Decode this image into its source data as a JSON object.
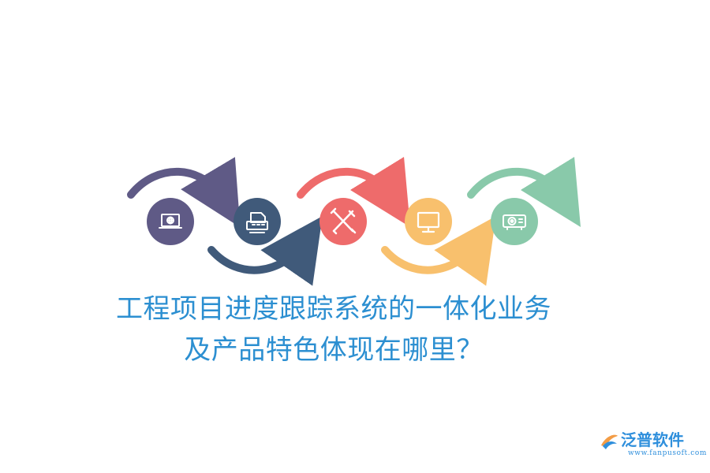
{
  "colors": {
    "step1": "#5f5a86",
    "step2": "#405a7a",
    "step3": "#ee6b6b",
    "step4": "#f8c06d",
    "step5": "#89c9aa",
    "title": "#2c8fd1",
    "brand": "#2f8fdc"
  },
  "steps": [
    {
      "icon": "laptop-globe-icon"
    },
    {
      "icon": "printer-icon"
    },
    {
      "icon": "tools-icon"
    },
    {
      "icon": "monitor-icon"
    },
    {
      "icon": "projector-icon"
    }
  ],
  "title": {
    "line1": "工程项目进度跟踪系统的一体化业务",
    "line2": "及产品特色体现在哪里？"
  },
  "brand": {
    "name": "泛普软件",
    "url": "www.fanpusoft.com"
  }
}
